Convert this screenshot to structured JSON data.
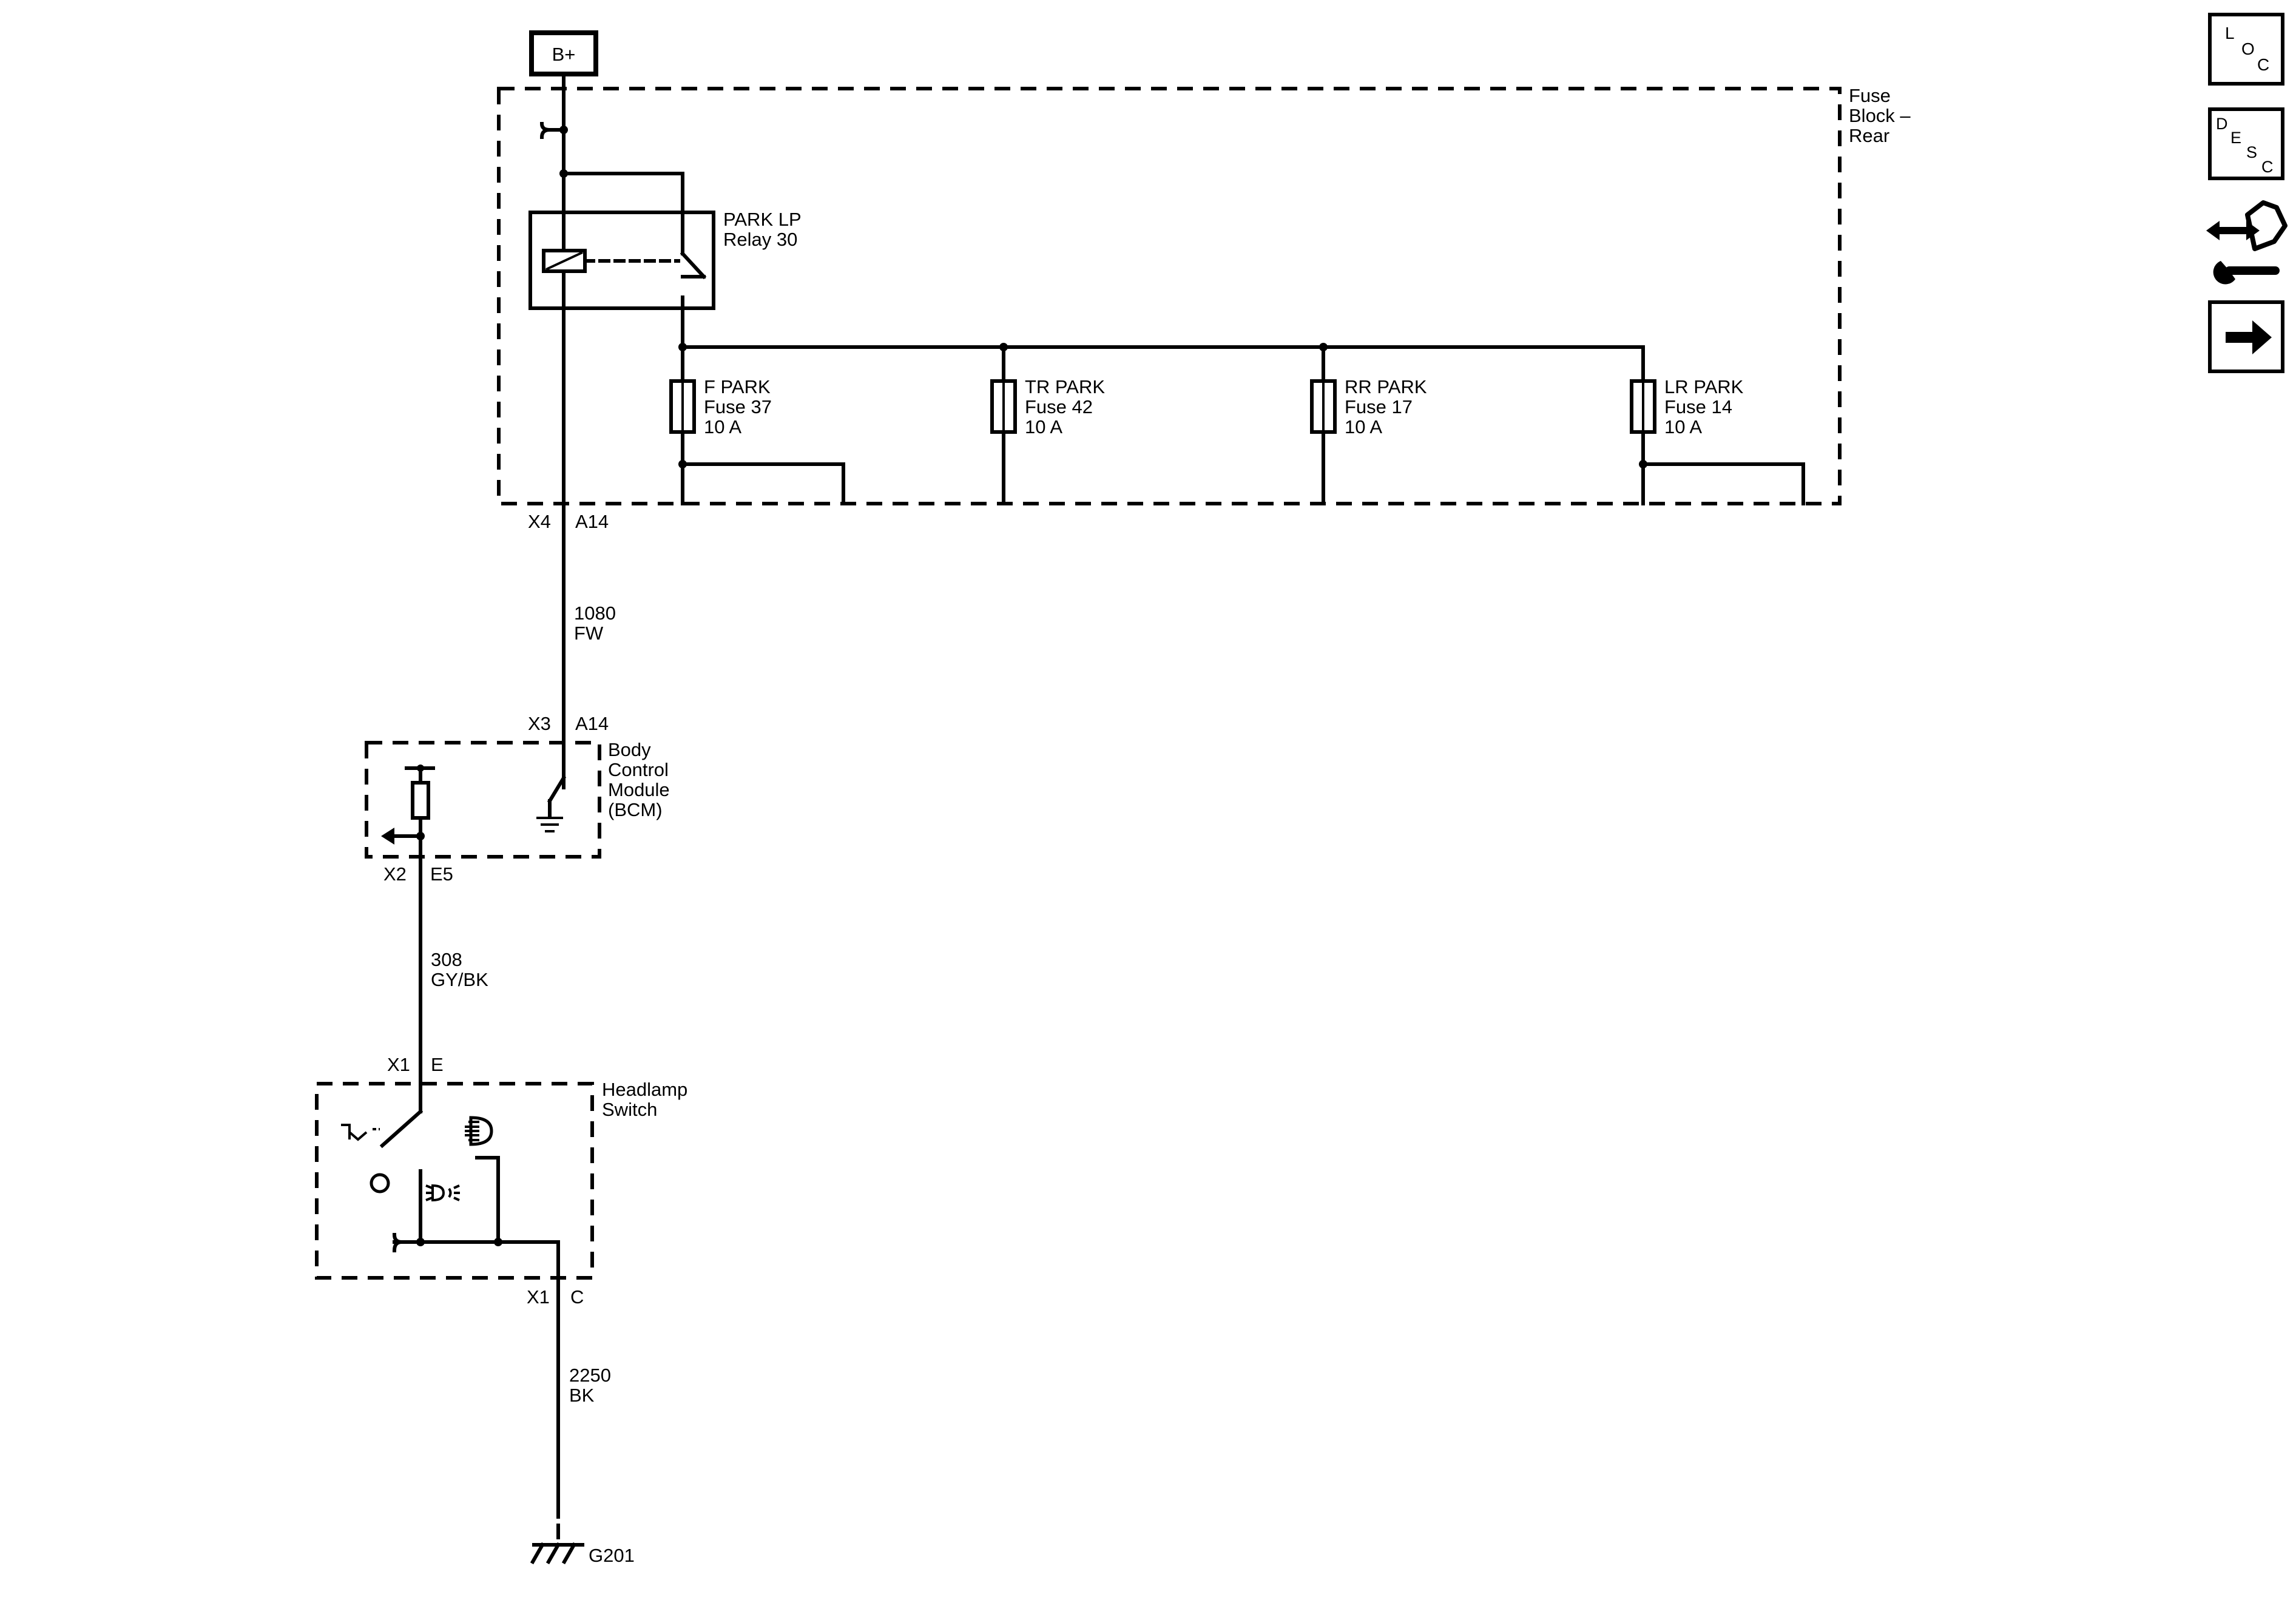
{
  "battery": {
    "label": "B+"
  },
  "fuse_block": {
    "name_line1": "Fuse",
    "name_line2": "Block –",
    "name_line3": "Rear"
  },
  "relay": {
    "name": "PARK LP",
    "id": "Relay 30"
  },
  "fuses": [
    {
      "name": "F PARK",
      "id": "Fuse 37",
      "rating": "10 A"
    },
    {
      "name": "TR PARK",
      "id": "Fuse 42",
      "rating": "10 A"
    },
    {
      "name": "RR PARK",
      "id": "Fuse 17",
      "rating": "10 A"
    },
    {
      "name": "LR PARK",
      "id": "Fuse 14",
      "rating": "10 A"
    }
  ],
  "connectors": {
    "fuse_block_out": {
      "connector": "X4",
      "pin": "A14"
    },
    "bcm_in": {
      "connector": "X3",
      "pin": "A14"
    },
    "bcm_out": {
      "connector": "X2",
      "pin": "E5"
    },
    "switch_in": {
      "connector": "X1",
      "pin": "E"
    },
    "switch_out": {
      "connector": "X1",
      "pin": "C"
    }
  },
  "wires": [
    {
      "circuit": "1080",
      "color": "FW"
    },
    {
      "circuit": "308",
      "color": "GY/BK"
    },
    {
      "circuit": "2250",
      "color": "BK"
    }
  ],
  "bcm": {
    "line1": "Body",
    "line2": "Control",
    "line3": "Module",
    "line4": "(BCM)"
  },
  "headlamp_switch": {
    "line1": "Headlamp",
    "line2": "Switch"
  },
  "ground": {
    "label": "G201"
  },
  "nav": {
    "loc": {
      "l": "L",
      "o": "O",
      "c": "C"
    },
    "desc": {
      "d": "D",
      "e": "E",
      "s": "S",
      "c": "C"
    }
  }
}
